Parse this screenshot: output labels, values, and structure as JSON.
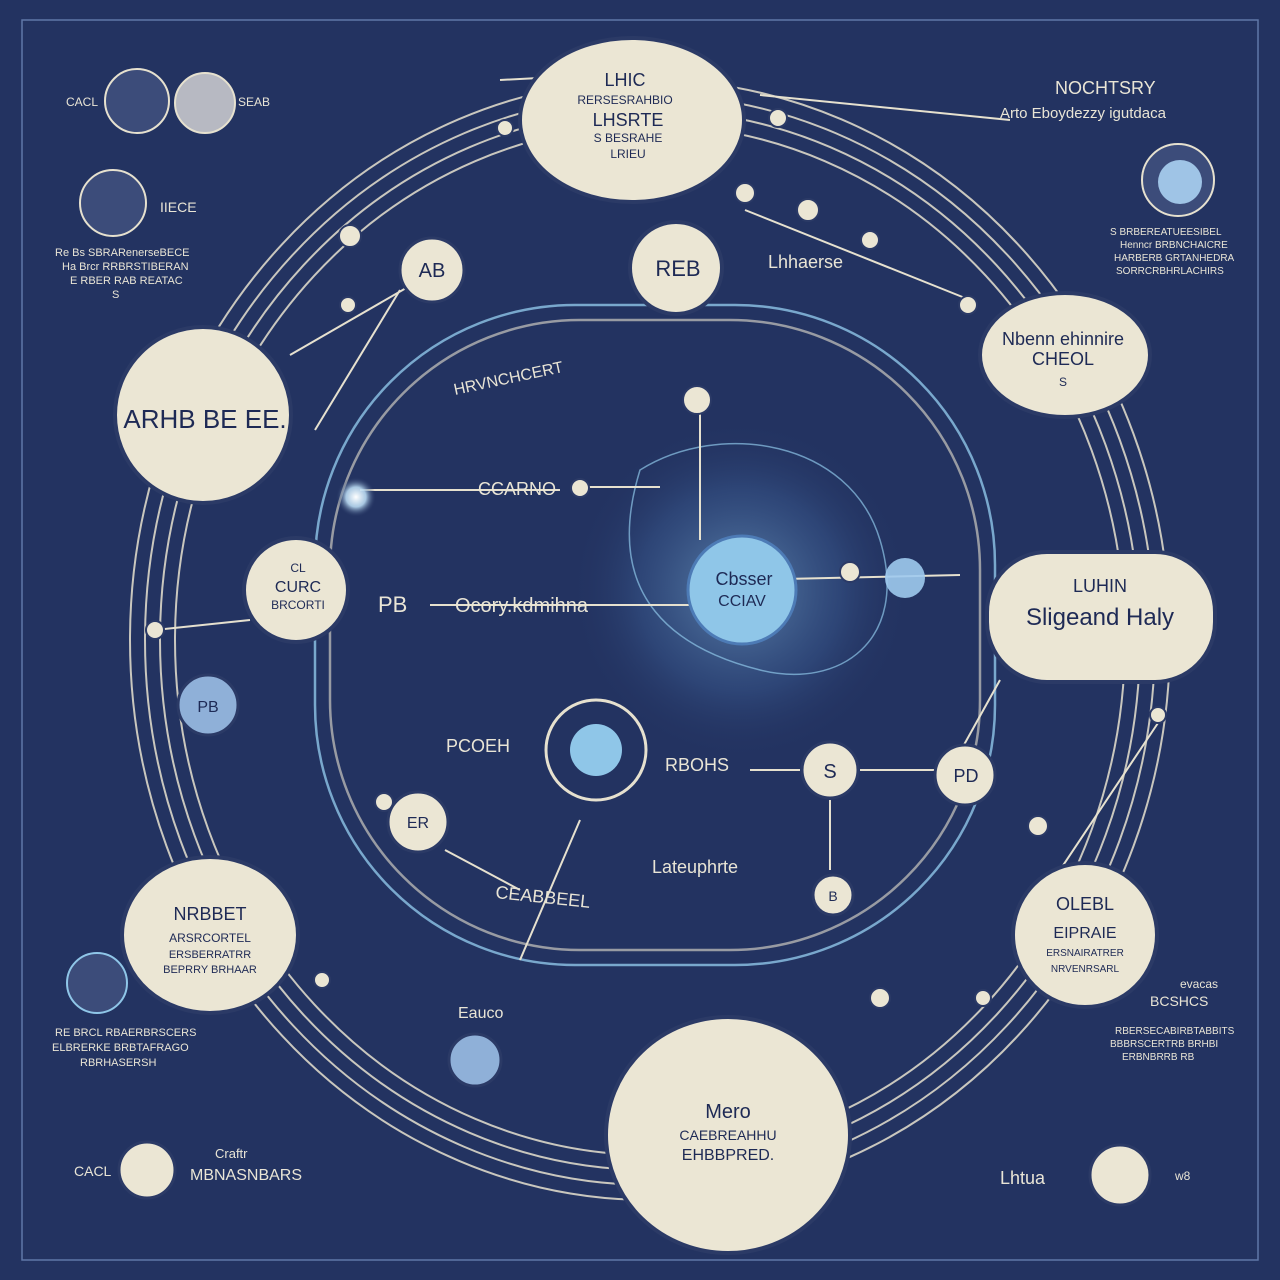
{
  "colors": {
    "background": "#233361",
    "line": "#e6e1cf",
    "glow_blue": "#8fc6e8",
    "node_fill": "#ebe6d4",
    "node_stroke": "#2b3a66",
    "text_dark": "#1e2a55",
    "text_light": "#e9e5d6"
  },
  "nodes": {
    "top": [
      "LHIC",
      "RERSESRAHBIO",
      "LHSRTE",
      "S BESRAHE",
      "LRIEU"
    ],
    "top_center": [
      "REB"
    ],
    "top_left_small": [
      "AB"
    ],
    "upper_left": [
      "ARHB BE EE."
    ],
    "upper_right": [
      "Nbenn ehinnire",
      "CHEOL",
      "S"
    ],
    "middle_left": [
      "CL",
      "CURC",
      "BRCORTI"
    ],
    "middle_right": [
      "LUHIN",
      "Sligeand Haly"
    ],
    "center": [
      "Cbsser",
      "CCIAV"
    ],
    "inner_left": [
      "PB"
    ],
    "bottom_left": [
      "NRBBET",
      "ARSRCORTEL",
      "ERSBERRATRR",
      "BEPRRY BRHAAR"
    ],
    "bottom_right": [
      "OLEBL",
      "EIPRAIE",
      "ERSNAIRATRER",
      "NRVENRSARL"
    ],
    "bottom_center": [
      "Mero",
      "CAEBREAHHU",
      "EHBBPRED."
    ],
    "small_right": [
      "PD"
    ],
    "small_cross": [
      "S"
    ],
    "small_lower": [
      "B"
    ],
    "small_lower_left": [
      "ER"
    ]
  },
  "labels": {
    "top_right_title": "NOCHTSRY",
    "top_right_sub": "Arto Eboydezzy igutdaca",
    "top_left_small_a": "CACL",
    "top_left_small_b": "SEAB",
    "left_icon_label": "IIECE",
    "left_desc": [
      "Re Bs SBRARenerseBECE",
      "Ha Brcr RRBRSTIBERAN",
      "E RBER RAB REATAC",
      "S"
    ],
    "right_desc": [
      "S BRBEREATUEESIBEL",
      "Henncr BRBNCHAICRE",
      "HARBERB GRTANHEDRA",
      "SORRCRBHRLACHIRS"
    ],
    "mid_top_center": "Lhhaerse",
    "orbit_label": "HRVNCHCERT",
    "center_left_label": "CCARNO",
    "center_mid_label": "Ocory.kdmihna",
    "pb_label": "PB",
    "pcoeh": "PCOEH",
    "rbohs": "RBOHS",
    "latcenter": "Lateuphrte",
    "lower_center_left": "CEABBEEL",
    "bottom_left_desc": [
      "RE BRCL RBAERBRSCERS",
      "ELBRERKE BRBTAFRAGO",
      "RBRHASERSH"
    ],
    "bottom_right_label_a": "evacas",
    "bottom_right_label_b": "BCSHCS",
    "bottom_right_desc": [
      "RBERSECABIRBTABBITS",
      "BBBRSCERTRB BRHBI",
      "ERBNBRRB RB"
    ],
    "eauco": "Eauco",
    "craftr": "Craftr",
    "mhna": "MBNASNBARS",
    "cacl_bottom": "CACL",
    "lhtua": "Lhtua",
    "wwo": "w8"
  }
}
